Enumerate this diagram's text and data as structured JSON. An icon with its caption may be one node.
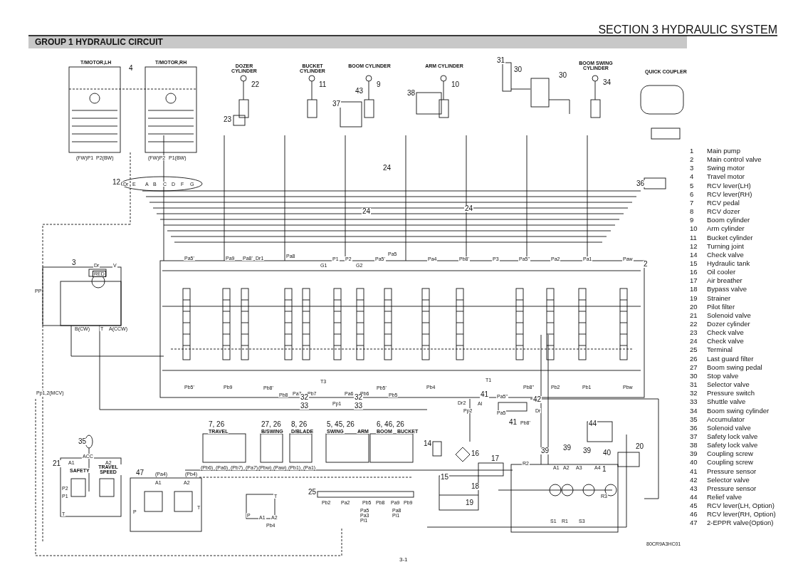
{
  "diagram": {
    "title": "SECTION 3 HYDRAULIC SYSTEM",
    "labels": [
      "GROUP 1 HYDRAULIC CIRCUIT",
      "T/MOTOR,LH",
      "T/MOTOR,RH",
      "4",
      "DOZER CYLINDER",
      "BUCKET CYLINDER",
      "BOOM CYLINDER",
      "ARM CYLINDER",
      "BOOM SWING CYLINDER",
      "QUICK COUPLER",
      "22",
      "11",
      "43",
      "9",
      "37",
      "23",
      "38",
      "10",
      "31",
      "30",
      "30",
      "34",
      "36",
      "24",
      "24",
      "24",
      "12",
      "Dr",
      "E",
      "A",
      "B",
      "C",
      "D",
      "F",
      "G",
      "(FW)P1",
      "P2(BW)",
      "(FW)P2",
      "P1(BW)",
      "3",
      "RED",
      "Dr",
      "V",
      "PP",
      "B(CW)",
      "T",
      "A(CCW)",
      "Pp1,2(MCV)",
      "2",
      "Pa5'",
      "Pa9",
      "Pa8'",
      "Dr1",
      "Pa8",
      "G1",
      "P1",
      "P2",
      "G2",
      "Pa5'",
      "Pa5",
      "Pa4",
      "Pb8'",
      "P3",
      "Pa5\"",
      "Pa2",
      "Pa1",
      "Paw",
      "Pb5'",
      "Pb9",
      "Pb8'",
      "Pb8",
      "Pa7",
      "Pb7",
      "T3",
      "Pp1",
      "Pa6",
      "Pb6",
      "Pb5'",
      "Pb5",
      "Pb4",
      "T1",
      "Pb8\"",
      "Pb2",
      "Pb1",
      "Pbw",
      "32",
      "33",
      "32",
      "33",
      "41",
      "Dr2",
      "Pp2",
      "Al",
      "42",
      "Pa5\"",
      "Pa5",
      "41",
      "Pb8'",
      "Dr",
      "35",
      "21",
      "ACC",
      "SAFETY",
      "TRAVEL SPEED",
      "A1",
      "A2",
      "P2",
      "P1",
      "T",
      "47",
      "(Pa4)",
      "(Pb4)",
      "A1",
      "A2",
      "P",
      "T",
      "Pb4",
      "A1",
      "A2",
      "P",
      "T",
      "7, 26",
      "TRAVEL",
      "27, 26",
      "B/SWING",
      "8, 26",
      "D/BLADE",
      "5, 45, 26",
      "SWING",
      "ARM",
      "6, 46, 26",
      "BOOM",
      "BUCKET",
      "(Pb6)",
      "(Pa6)",
      "(Pb7)",
      "(Pa7)",
      "(Pbw)",
      "(Paw)",
      "(Pb1)",
      "(Pa1)",
      "25",
      "Pb2",
      "Pa2",
      "Pb5",
      "Pb8",
      "Pa9",
      "Pb9",
      "Pa5",
      "Pa3",
      "Pi1",
      "Pa8",
      "Pi1",
      "14",
      "16",
      "17",
      "15",
      "18",
      "19",
      "39",
      "39",
      "39",
      "1",
      "44",
      "40",
      "20",
      "R2",
      "A1",
      "A2",
      "A3",
      "A4",
      "S1",
      "R1",
      "S3",
      "R3",
      "80CR9A3HC01",
      "3-1",
      "1",
      "Main pump",
      "2",
      "Main control valve",
      "3",
      "Swing motor",
      "4",
      "Travel motor",
      "5",
      "RCV lever(LH)",
      "6",
      "RCV lever(RH)",
      "7",
      "RCV pedal",
      "8",
      "RCV dozer",
      "9",
      "Boom cylinder",
      "10",
      "Arm cylinder",
      "11",
      "Bucket cylinder",
      "12",
      "Turning joint",
      "14",
      "Check valve",
      "15",
      "Hydraulic tank",
      "16",
      "Oil cooler",
      "17",
      "Air breather",
      "18",
      "Bypass valve",
      "19",
      "Strainer",
      "20",
      "Pilot filter",
      "21",
      "Solenoid valve",
      "22",
      "Dozer cylinder",
      "23",
      "Check valve",
      "24",
      "Check valve",
      "25",
      "Terminal",
      "26",
      "Last guard filter",
      "27",
      "Boom swing pedal",
      "30",
      "Stop valve",
      "31",
      "Selector valve",
      "32",
      "Pressure switch",
      "33",
      "Shuttle valve",
      "34",
      "Boom swing cylinder",
      "35",
      "Accumulator",
      "36",
      "Solenoid valve",
      "37",
      "Safety lock valve",
      "38",
      "Safety lock valve",
      "39",
      "Coupling screw",
      "40",
      "Coupling screw",
      "41",
      "Pressure sensor",
      "42",
      "Selector valve",
      "43",
      "Pressure sensor",
      "44",
      "Relief valve",
      "45",
      "RCV lever(LH, Option)",
      "46",
      "RCV lever(RH, Option)",
      "47",
      "2-EPPR valve(Option)"
    ]
  }
}
